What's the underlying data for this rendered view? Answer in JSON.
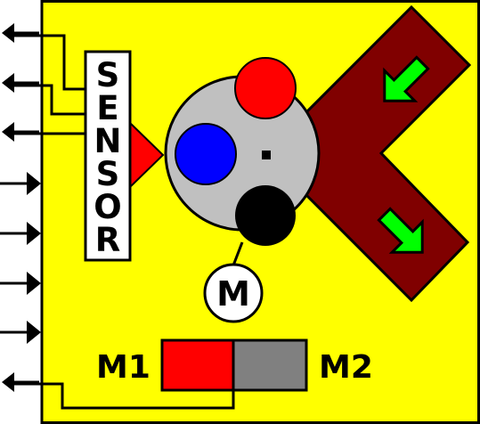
{
  "sensor": {
    "letters": [
      "S",
      "E",
      "N",
      "S",
      "O",
      "R"
    ]
  },
  "motor": {
    "label": "M"
  },
  "motor_switch": {
    "left_label": "M1",
    "right_label": "M2",
    "active": "M1"
  },
  "disc": {
    "balls": [
      "red-ball",
      "blue-ball",
      "black-ball"
    ]
  },
  "colors": {
    "background": "#ffff00",
    "frame": "#000000",
    "rail": "#ffffff",
    "disc": "#c0c0c0",
    "ball_red": "#ff0000",
    "ball_blue": "#0000ff",
    "ball_black": "#000000",
    "chute": "#800000",
    "flow_arrow": "#00ff00",
    "sensor_pointer": "#ff0000",
    "switch_active": "#ff0000",
    "switch_inactive": "#808080"
  },
  "ports": {
    "count": 8,
    "directions": [
      "out",
      "out",
      "out",
      "in",
      "in",
      "in",
      "in",
      "out"
    ]
  }
}
